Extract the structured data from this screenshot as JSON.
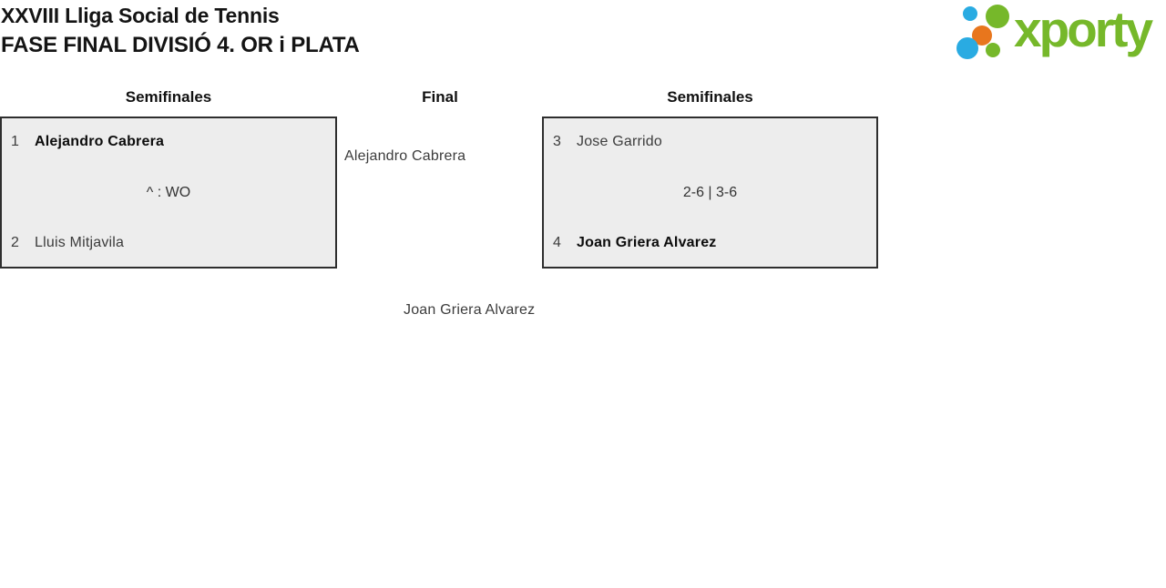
{
  "header": {
    "title_line1": "XXVIII Lliga Social de Tennis",
    "title_line2": "FASE FINAL DIVISIÓ 4. OR i PLATA"
  },
  "logo": {
    "text": "xporty",
    "colors": {
      "green": "#76b82a",
      "blue": "#29abe2",
      "orange": "#e8761d"
    }
  },
  "bracket": {
    "headers": [
      {
        "label": "Semifinales"
      },
      {
        "label": "Final"
      },
      {
        "label": "Semifinales"
      }
    ],
    "matches": [
      {
        "round": "Semifinales",
        "player1": {
          "seed": "1",
          "name": "Alejandro Cabrera",
          "winner": true
        },
        "score": "^ : WO",
        "player2": {
          "seed": "2",
          "name": "Lluis Mitjavila",
          "winner": false
        }
      },
      {
        "round": "Semifinales",
        "player1": {
          "seed": "3",
          "name": "Jose Garrido",
          "winner": false
        },
        "score": "2-6 | 3-6",
        "player2": {
          "seed": "4",
          "name": "Joan Griera Alvarez",
          "winner": true
        }
      }
    ],
    "final": {
      "player1": "Alejandro Cabrera",
      "player2": "Joan Griera Alvarez"
    }
  },
  "colors": {
    "box_background": "#ededed",
    "box_border": "#2e2e2e"
  }
}
